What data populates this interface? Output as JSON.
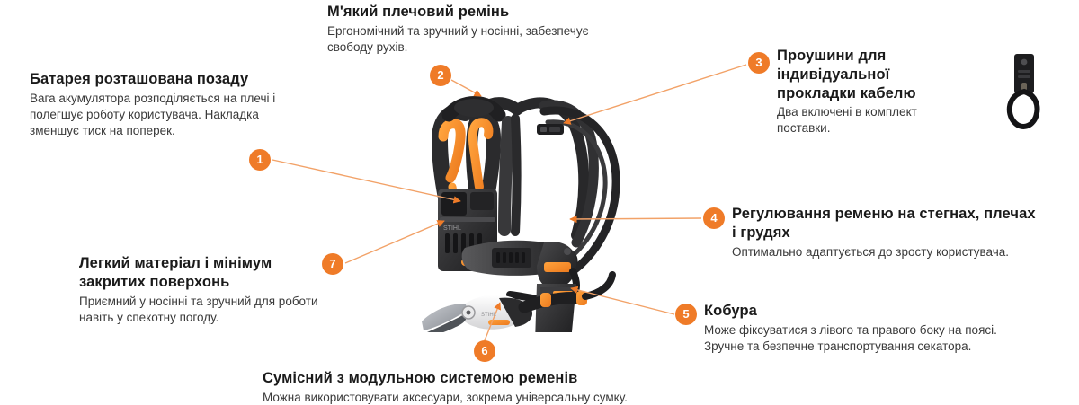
{
  "accent_color": "#ef7b28",
  "text_color": "#1a1a1a",
  "body_color": "#3a3a3a",
  "background_color": "#ffffff",
  "callouts": [
    {
      "number": "1",
      "name": "battery-position",
      "title": "Батарея розташована позаду",
      "body": "Вага акумулятора розподіляється на плечі і полегшує роботу користувача. Накладка зменшує тиск на поперек."
    },
    {
      "number": "2",
      "name": "shoulder-strap",
      "title": "М'який плечовий ремінь",
      "body": "Ергономічний та зручний у носінні, забезпечує свободу рухів."
    },
    {
      "number": "3",
      "name": "cable-eyelets",
      "title": "Проушини для індивідуальної прокладки кабелю",
      "body": "Два включені в комплект поставки."
    },
    {
      "number": "4",
      "name": "strap-adjustment",
      "title": "Регулювання ременю на стегнах, плечах і грудях",
      "body": "Оптимально адаптується до зросту користувача."
    },
    {
      "number": "5",
      "name": "holster",
      "title": "Кобура",
      "body": "Може фіксуватися з лівого та правого боку на поясі. Зручне та безпечне транспортування секатора."
    },
    {
      "number": "6",
      "name": "modular-belt-system",
      "title": "Сумісний з модульною системою ременів",
      "body": "Можна використовувати аксесуари, зокрема універсальну сумку."
    },
    {
      "number": "7",
      "name": "lightweight-material",
      "title": "Легкий матеріал і мінімум закритих поверхонь",
      "body": "Приємний у носінні та зручний для роботи навіть у спекотну погоду."
    }
  ],
  "images": {
    "product": "backpack-harness-with-battery-and-pruner",
    "accessory": "cable-eyelet-loop"
  }
}
